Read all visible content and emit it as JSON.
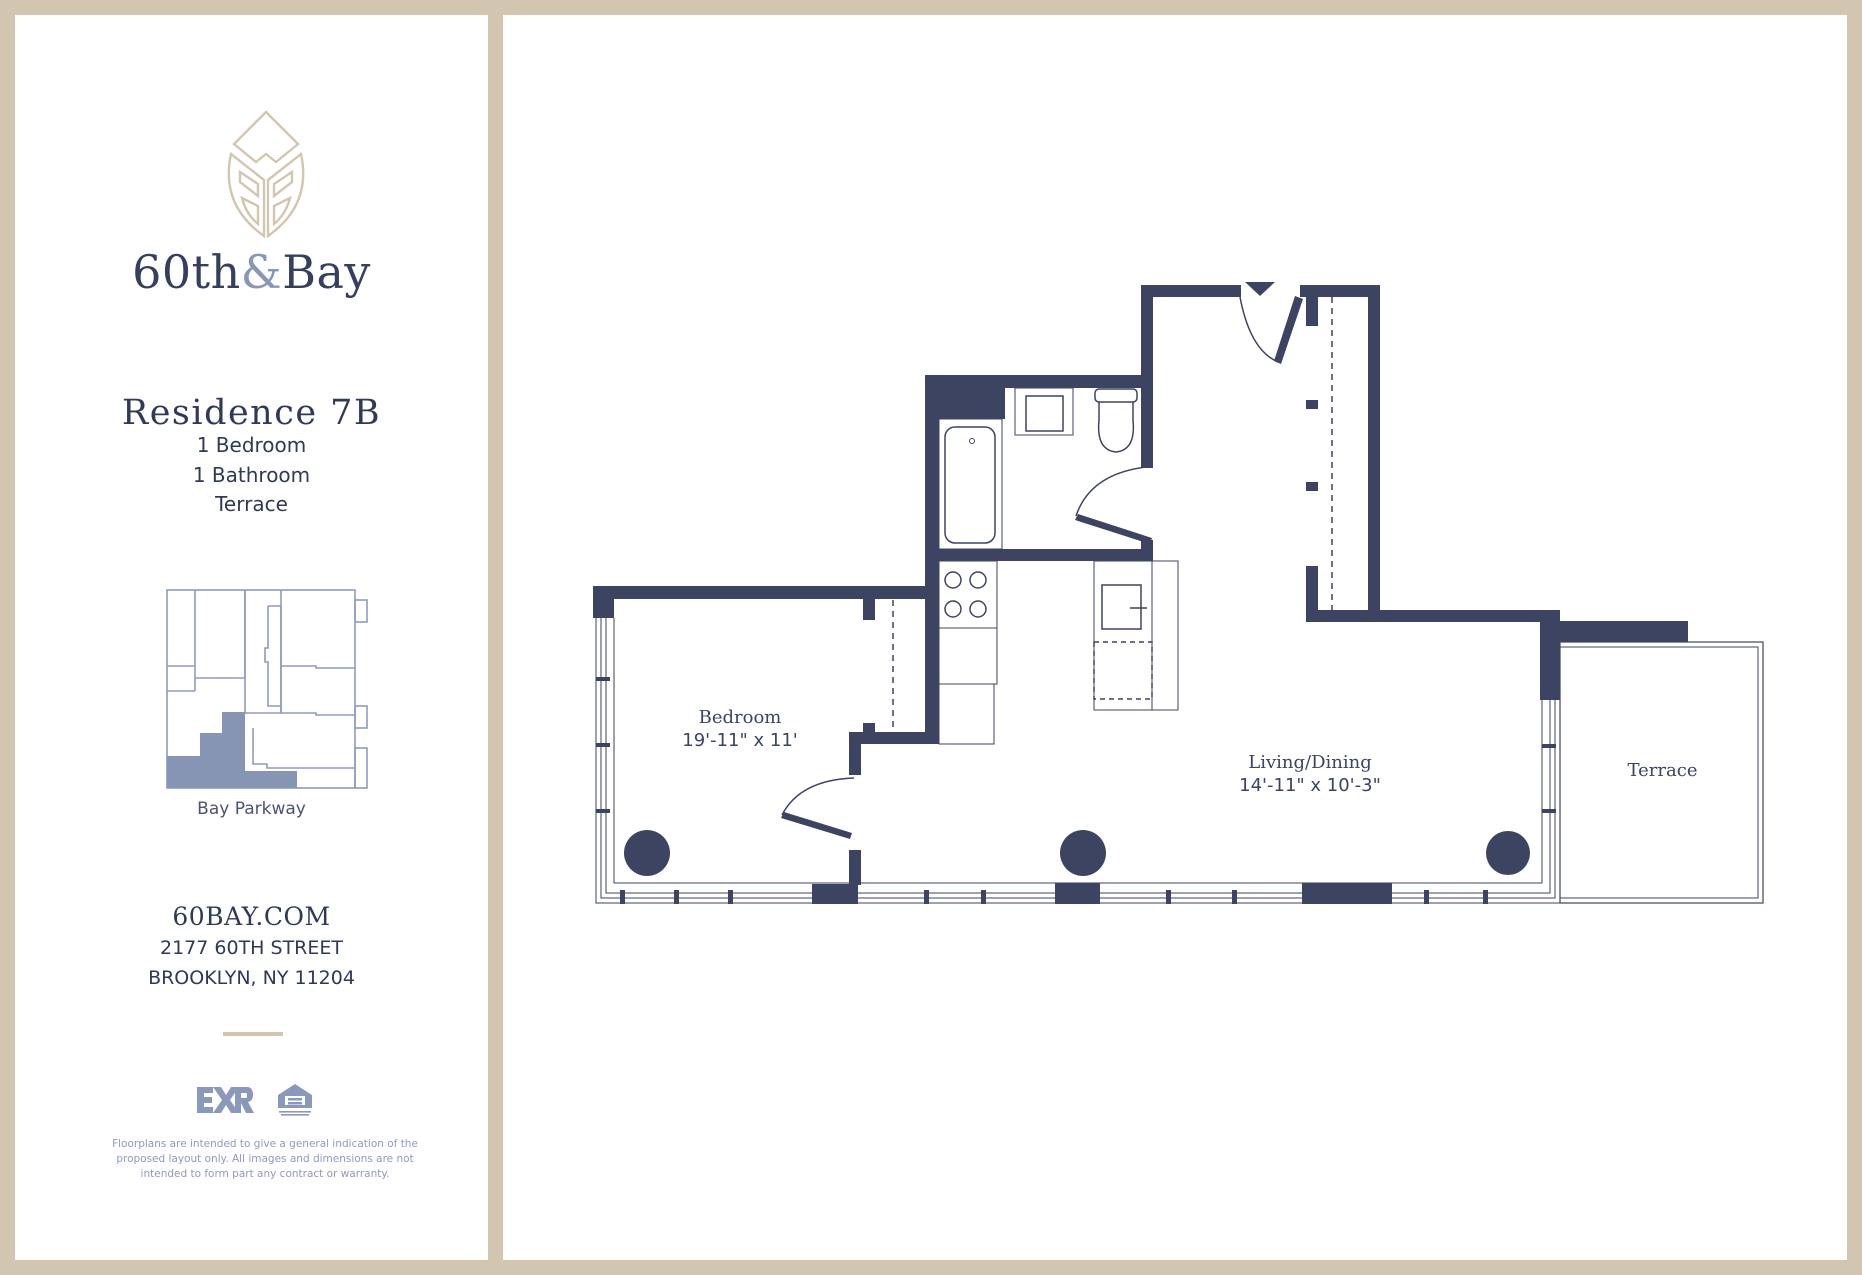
{
  "brand": {
    "name_part1": "60th",
    "ampersand": "&",
    "name_part2": "Bay",
    "logo_icon": "leaf-crest-icon",
    "colors": {
      "gold": "#d3c6b0",
      "navy": "#3d4461",
      "accent_blue": "#8797b8"
    }
  },
  "residence": {
    "title": "Residence 7B",
    "features": [
      "1 Bedroom",
      "1 Bathroom",
      "Terrace"
    ]
  },
  "keyplan": {
    "label": "Bay Parkway",
    "highlight_color": "#8695b4"
  },
  "contact": {
    "website": "60BAY.COM",
    "address_line1": "2177 60TH STREET",
    "address_line2": "BROOKLYN, NY 11204"
  },
  "badges": {
    "broker_logo": "EXR",
    "equal_housing_icon": "equal-housing-opportunity-icon"
  },
  "disclaimer": "Floorplans are intended to give a general indication of the proposed layout only. All images and dimensions are not intended to form part any contract or warranty.",
  "floorplan": {
    "rooms": [
      {
        "name": "Bedroom",
        "dimensions": "19'-11\" x 11'"
      },
      {
        "name": "Living/Dining",
        "dimensions": "14'-11\" x 10'-3\""
      },
      {
        "name": "Terrace",
        "dimensions": ""
      }
    ],
    "entry_marker": "entry-arrow-icon"
  }
}
